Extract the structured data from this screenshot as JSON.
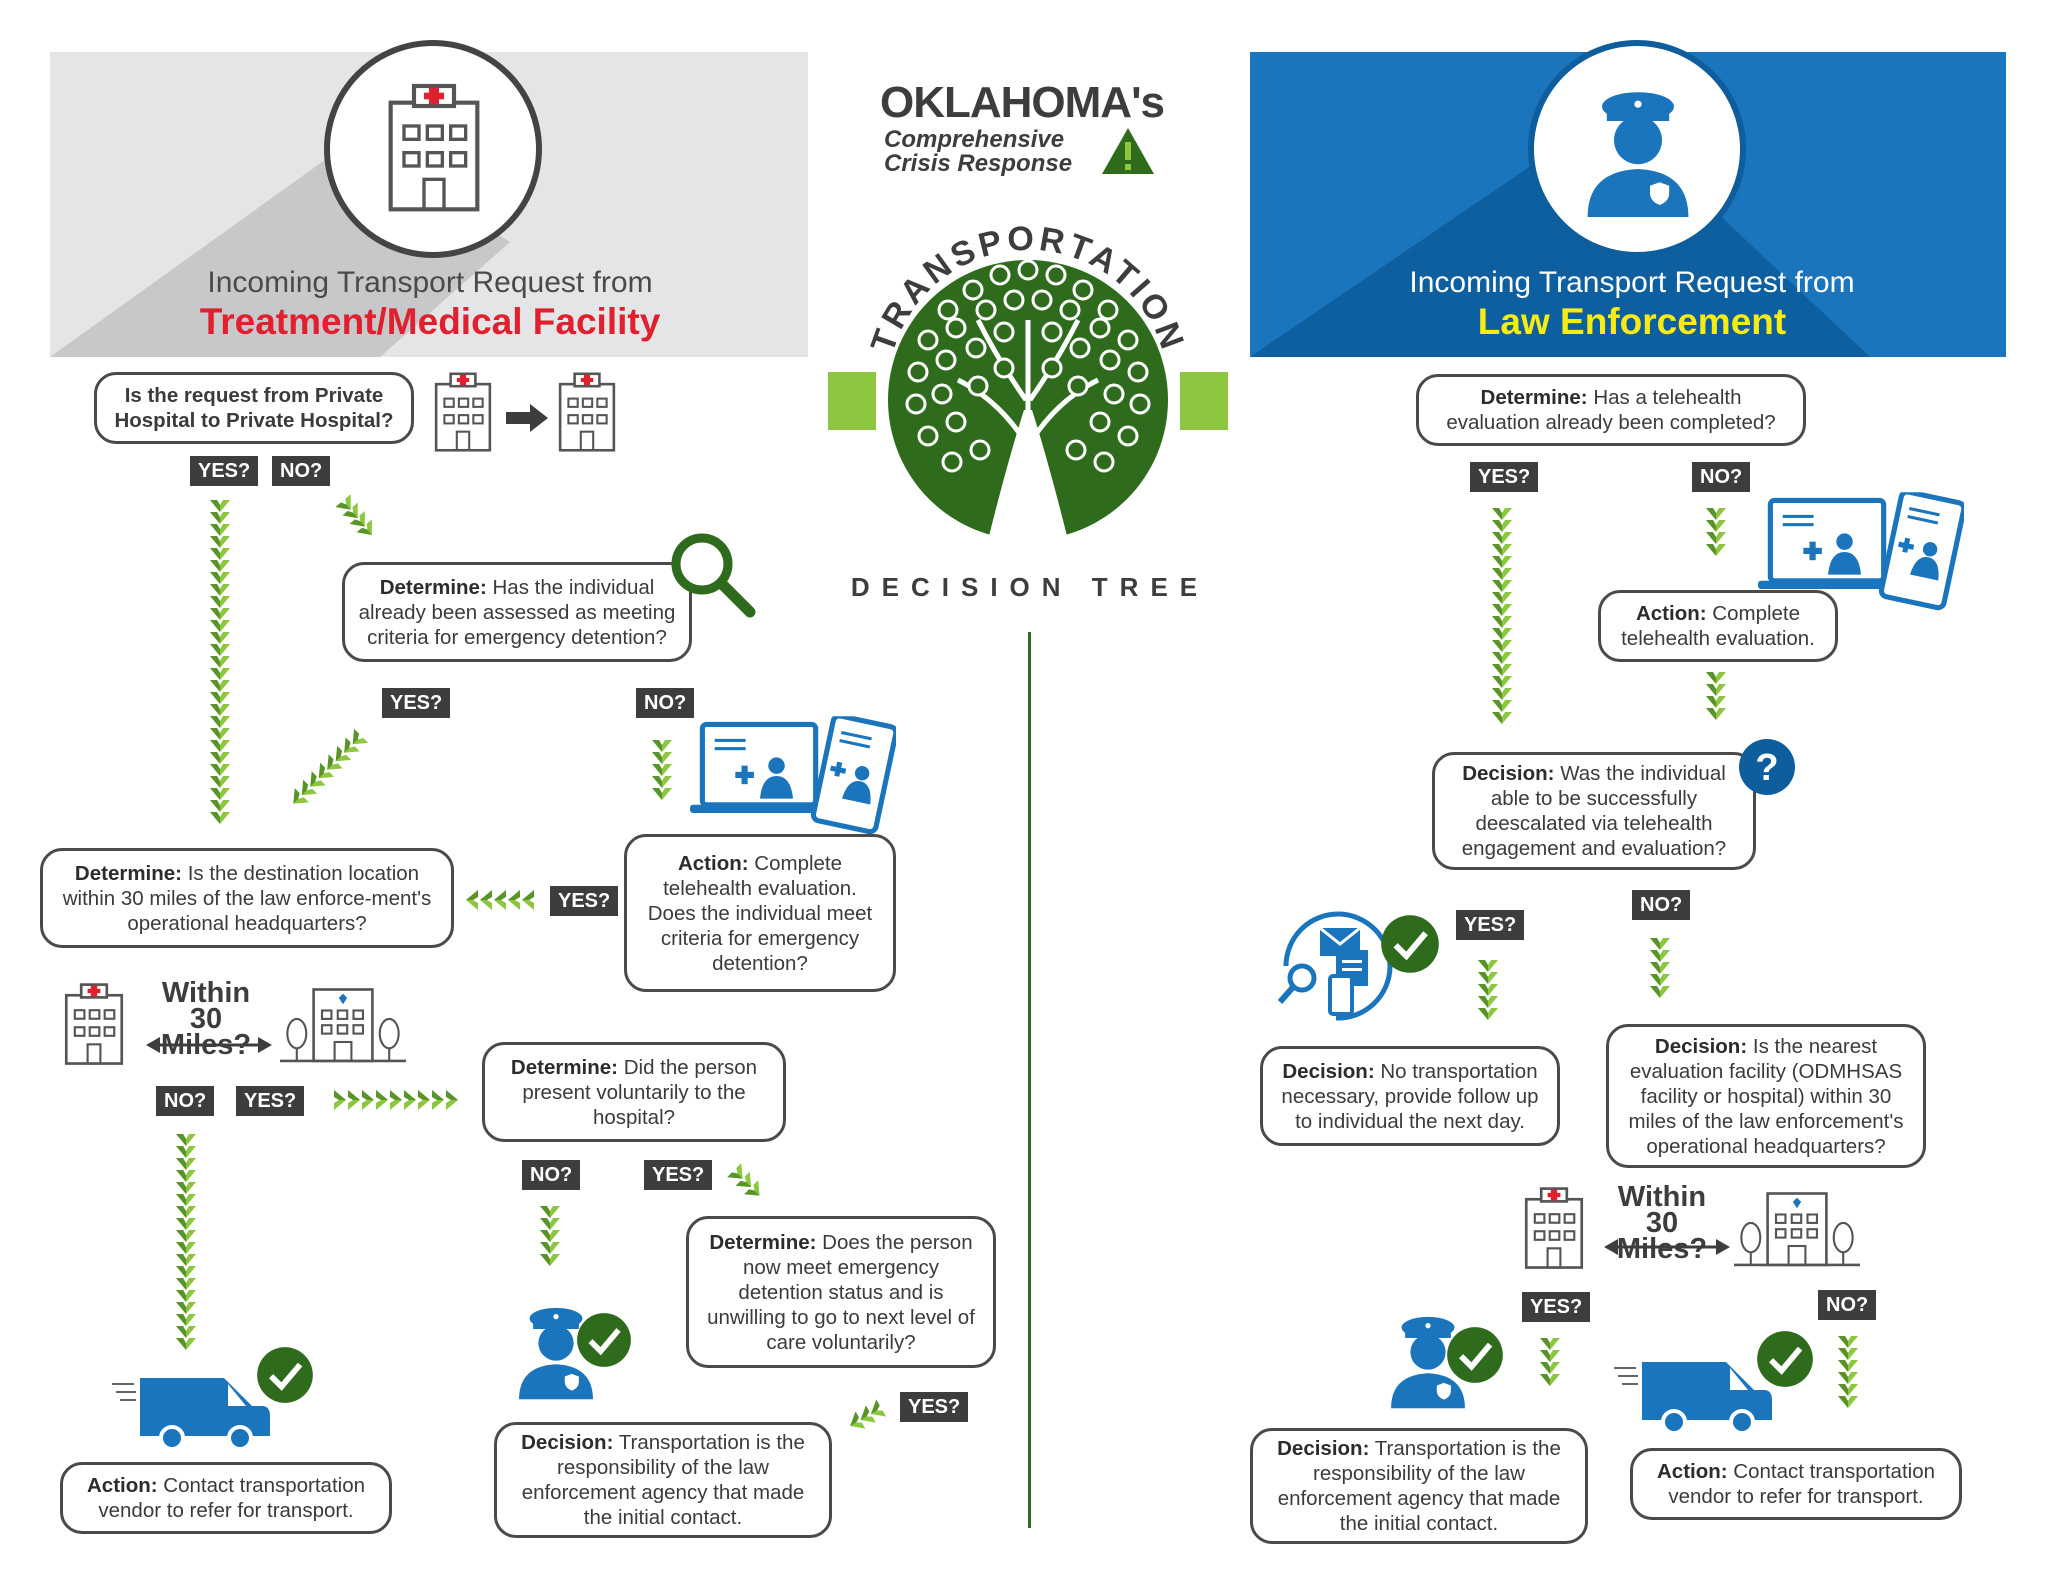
{
  "colors": {
    "green_dark": "#2f6b1c",
    "green_light": "#8dc63f",
    "blue": "#1b75bc",
    "red": "#e0202e",
    "yellow": "#f6eb14",
    "gray_panel": "#e4e5e6",
    "tag_bg": "#3d3d3d"
  },
  "logo": {
    "state": "OKLAHOMA's",
    "line1": "Comprehensive",
    "line2": "Crisis Response"
  },
  "center": {
    "arc_title": "TRANSPORTATION",
    "subtitle": "DECISION TREE"
  },
  "left": {
    "header_line1": "Incoming Transport Request from",
    "header_line2": "Treatment/Medical Facility",
    "q1": "Is the request from Private Hospital to Private Hospital?",
    "q2_label": "Determine:",
    "q2": "Has the individual already been assessed as meeting criteria for emergency detention?",
    "q3_label": "Action:",
    "q3": "Complete telehealth evaluation. Does the individual meet criteria for emergency detention?",
    "q4_label": "Determine:",
    "q4": "Is the destination location within 30 miles of the law enforce-ment's operational headquarters?",
    "within_line1": "Within",
    "within_line2": "30 Miles?",
    "q5_label": "Determine:",
    "q5": "Did the person present voluntarily to the hospital?",
    "q6_label": "Determine:",
    "q6": "Does the person now meet emergency detention status and is unwilling to go to next level of care voluntarily?",
    "a1_label": "Action:",
    "a1": "Contact transportation vendor to refer for transport.",
    "d1_label": "Decision:",
    "d1": "Transportation is the responsibility of the law enforcement agency that made the initial contact.",
    "tags": {
      "yes1": "YES?",
      "no1": "NO?",
      "yes2": "YES?",
      "no2": "NO?",
      "yes3": "YES?",
      "no4": "NO?",
      "yes4": "YES?",
      "no5": "NO?",
      "yes5": "YES?",
      "yes6": "YES?"
    }
  },
  "right": {
    "header_line1": "Incoming Transport Request from",
    "header_line2": "Law Enforcement",
    "q1_label": "Determine:",
    "q1": "Has a telehealth evaluation already been completed?",
    "a1_label": "Action:",
    "a1": "Complete telehealth evaluation.",
    "q2_label": "Decision:",
    "q2": "Was the individual able to be successfully deescalated via telehealth engagement and evaluation?",
    "d1_label": "Decision:",
    "d1": "No transportation necessary, provide follow up to individual the next day.",
    "q3_label": "Decision:",
    "q3": "Is the nearest evaluation facility (ODMHSAS facility or hospital) within 30 miles of the law enforcement's operational headquarters?",
    "within_line1": "Within",
    "within_line2": "30 Miles?",
    "d2_label": "Decision:",
    "d2": "Transportation is the responsibility of the law enforcement agency that made the initial contact.",
    "a2_label": "Action:",
    "a2": "Contact transportation vendor to refer for transport.",
    "tags": {
      "yes1": "YES?",
      "no1": "NO?",
      "yes2": "YES?",
      "no2": "NO?",
      "yes3": "YES?",
      "no3": "NO?"
    }
  }
}
